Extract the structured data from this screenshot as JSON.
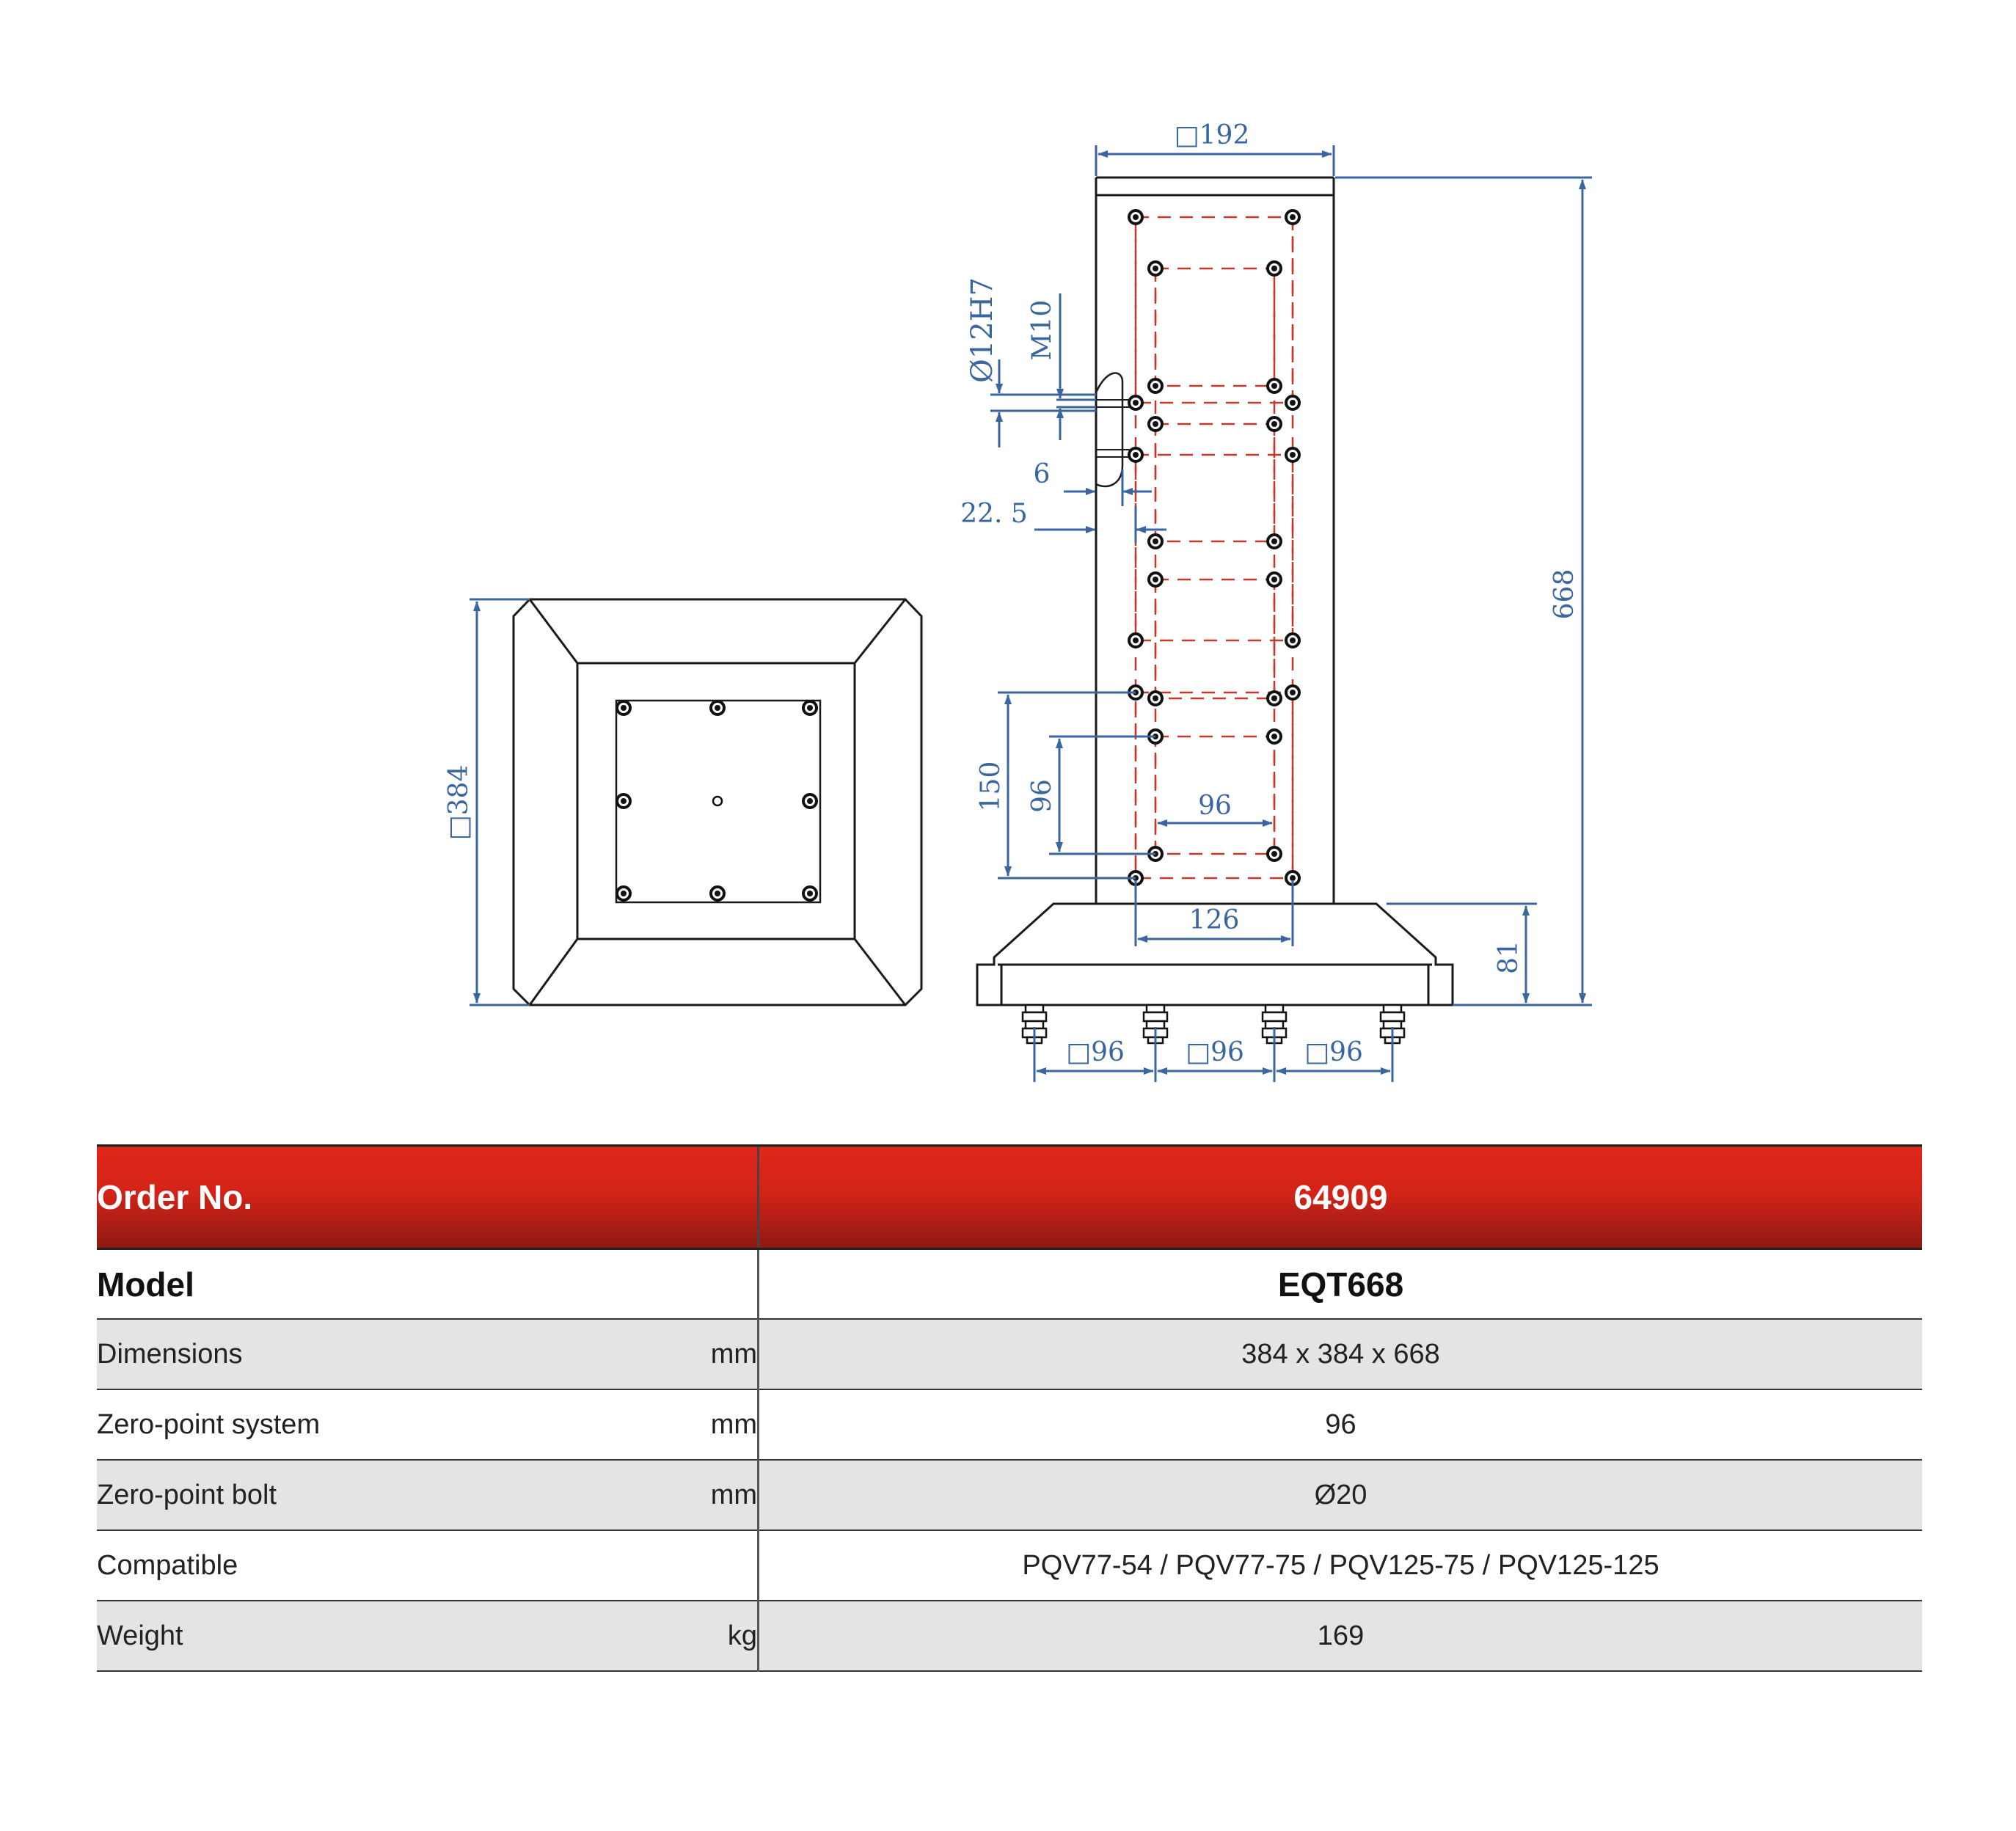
{
  "drawing": {
    "labels": {
      "top_width": "□192",
      "bore": "Ø12H7",
      "thread": "M10",
      "offset_6": "6",
      "offset_22_5": "22. 5",
      "height_668": "668",
      "base_384": "□384",
      "pitch_150": "150",
      "pitch_96_v": "96",
      "pitch_96_h": "96",
      "pitch_126": "126",
      "base_height_81": "81",
      "bolt_pitch_1": "□96",
      "bolt_pitch_2": "□96",
      "bolt_pitch_3": "□96"
    }
  },
  "table": {
    "header": {
      "label": "Order No.",
      "value": "64909"
    },
    "model": {
      "label": "Model",
      "value": "EQT668"
    },
    "rows": [
      {
        "label": "Dimensions",
        "unit": "mm",
        "value": "384 x 384  x 668"
      },
      {
        "label": "Zero-point system",
        "unit": "mm",
        "value": "96"
      },
      {
        "label": "Zero-point bolt",
        "unit": "mm",
        "value": "Ø20"
      },
      {
        "label": "Compatible",
        "unit": "",
        "value": "PQV77-54 / PQV77-75 / PQV125-75 / PQV125-125"
      },
      {
        "label": "Weight",
        "unit": "kg",
        "value": "169"
      }
    ]
  }
}
